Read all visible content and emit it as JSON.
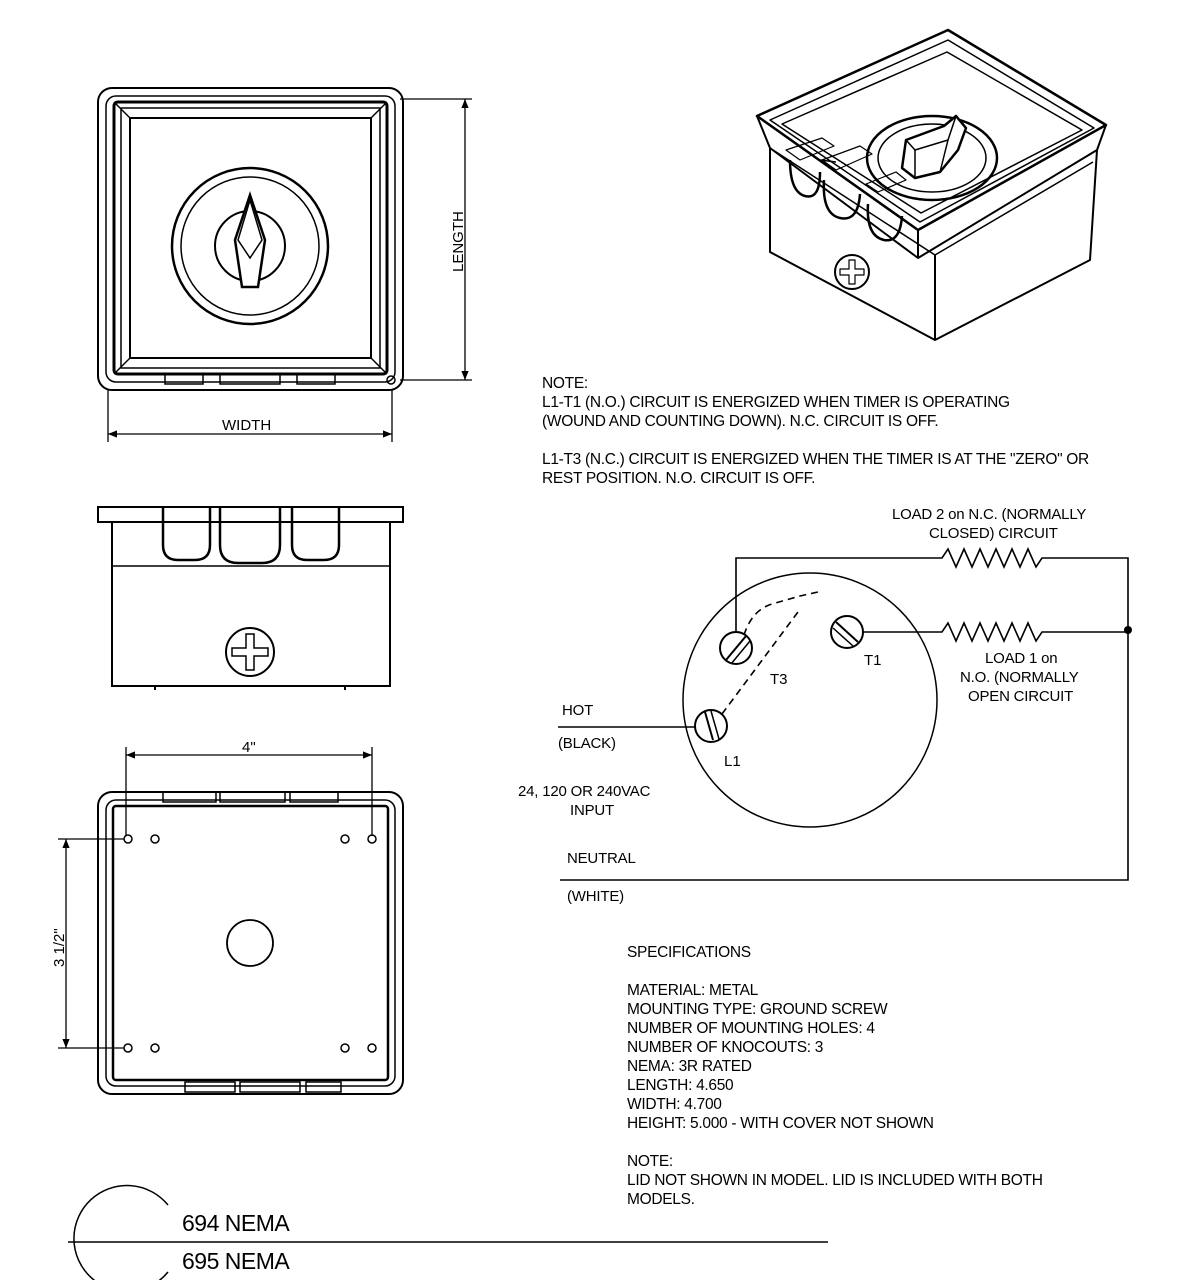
{
  "top_view": {
    "length_label": "LENGTH",
    "width_label": "WIDTH"
  },
  "bottom_view": {
    "width_dim": "4\"",
    "height_dim": "3 1/2\""
  },
  "note": {
    "title": "NOTE:",
    "line1": "L1-T1 (N.O.) CIRCUIT IS ENERGIZED WHEN TIMER IS OPERATING",
    "line2": "(WOUND AND COUNTING DOWN). N.C. CIRCUIT IS OFF.",
    "line3": "L1-T3 (N.C.) CIRCUIT IS ENERGIZED WHEN THE TIMER IS AT THE \"ZERO\" OR",
    "line4": "REST POSITION. N.O. CIRCUIT IS OFF."
  },
  "wiring": {
    "load2_line1": "LOAD 2 on N.C. (NORMALLY",
    "load2_line2": "CLOSED) CIRCUIT",
    "load1_line1": "LOAD 1 on",
    "load1_line2": "N.O. (NORMALLY",
    "load1_line3": "OPEN CIRCUIT",
    "t1": "T1",
    "t3": "T3",
    "l1": "L1",
    "hot": "HOT",
    "black": "(BLACK)",
    "input_line1": "24, 120 OR 240VAC",
    "input_line2": "INPUT",
    "neutral": "NEUTRAL",
    "white": "(WHITE)"
  },
  "specifications": {
    "title": "SPECIFICATIONS",
    "material": "MATERIAL: METAL",
    "mounting_type": "MOUNTING TYPE: GROUND SCREW",
    "mounting_holes": "NUMBER OF MOUNTING HOLES: 4",
    "knockouts": "NUMBER OF KNOCOUTS: 3",
    "nema": "NEMA: 3R RATED",
    "length": "LENGTH: 4.650",
    "width": "WIDTH: 4.700",
    "height": "HEIGHT: 5.000 - WITH COVER NOT SHOWN"
  },
  "lid_note": {
    "title": "NOTE:",
    "line1": "LID NOT SHOWN IN MODEL. LID IS INCLUDED WITH BOTH",
    "line2": "MODELS."
  },
  "title_block": {
    "model1": "694 NEMA",
    "model2": "695 NEMA"
  }
}
